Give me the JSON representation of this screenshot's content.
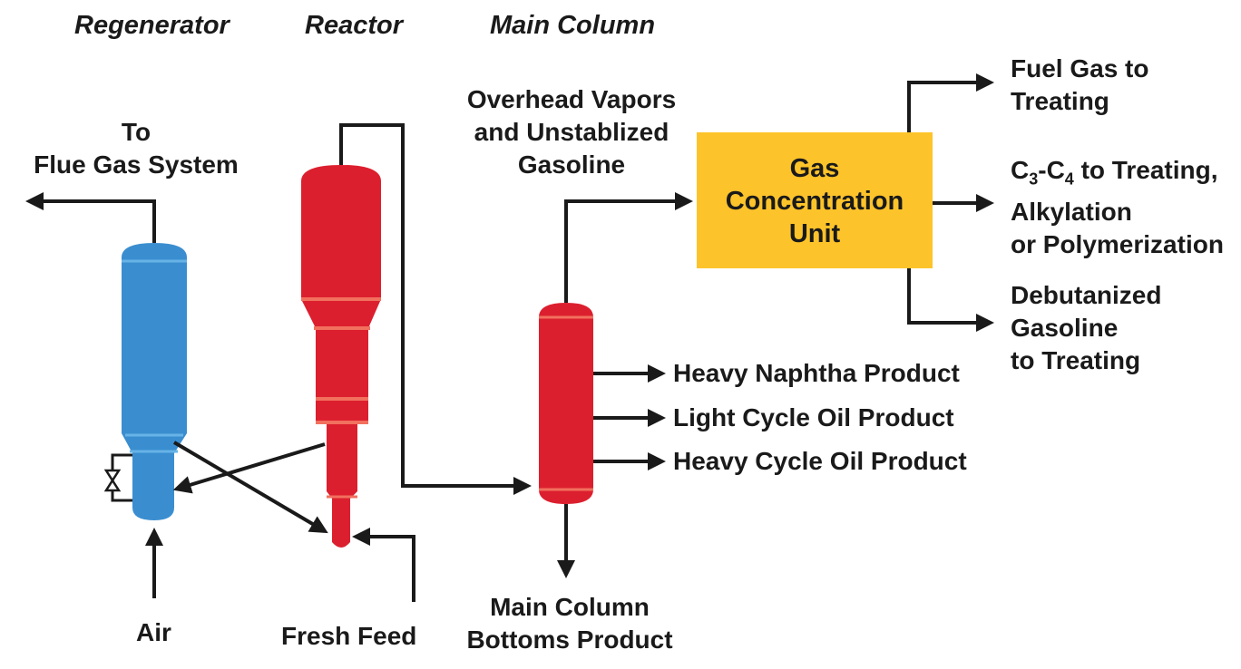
{
  "headers": {
    "regenerator": "Regenerator",
    "reactor": "Reactor",
    "main_column": "Main Column"
  },
  "labels": {
    "flue_gas_1": "To",
    "flue_gas_2": "Flue Gas System",
    "air": "Air",
    "fresh_feed": "Fresh Feed",
    "overhead_1": "Overhead Vapors",
    "overhead_2": "and Unstablized",
    "overhead_3": "Gasoline",
    "bottoms_1": "Main Column",
    "bottoms_2": "Bottoms Product",
    "heavy_naphtha": "Heavy Naphtha Product",
    "light_cycle_oil": "Light Cycle Oil Product",
    "heavy_cycle_oil": "Heavy Cycle Oil Product",
    "fuel_gas_1": "Fuel Gas to",
    "fuel_gas_2": "Treating",
    "c3c4_c3": "C",
    "c3c4_sub3": "3",
    "c3c4_dash": "-C",
    "c3c4_sub4": "4",
    "c3c4_rest": " to Treating,",
    "c3c4_2": "Alkylation",
    "c3c4_3": "or Polymerization",
    "debut_1": "Debutanized",
    "debut_2": "Gasoline",
    "debut_3": "to Treating"
  },
  "gcu": {
    "line1": "Gas",
    "line2": "Concentration",
    "line3": "Unit"
  },
  "colors": {
    "regenerator": "#3a8ed0",
    "reactor": "#dc1f2e",
    "main_column": "#dc1f2e",
    "gcu": "#fdc32a",
    "band": "#f2705e",
    "regen_band": "#67b3e6",
    "line": "#1a1a1a"
  }
}
